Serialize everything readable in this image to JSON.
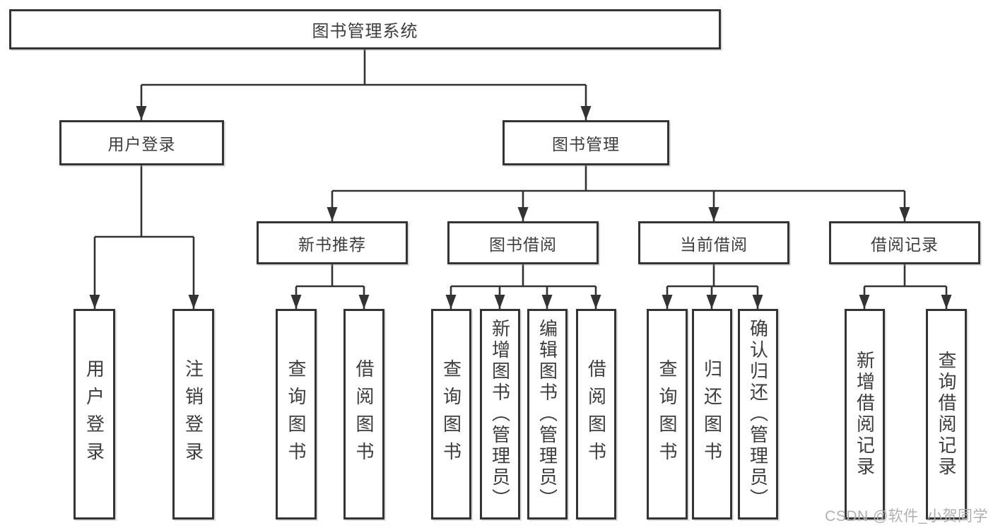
{
  "page": {
    "background_color": "#ffffff",
    "line_color": "#333333",
    "text_color": "#3d3d3d",
    "watermark_color": "#b0b0b0"
  },
  "diagram": {
    "root": {
      "label": "图书管理系统"
    },
    "level2": [
      {
        "label": "用户登录"
      },
      {
        "label": "图书管理"
      }
    ],
    "level3": [
      {
        "label": "新书推荐"
      },
      {
        "label": "图书借阅"
      },
      {
        "label": "当前借阅"
      },
      {
        "label": "借阅记录"
      }
    ],
    "leaves": {
      "user_login": [
        "用户登录",
        "注销登录"
      ],
      "new_book": [
        "查询图书",
        "借阅图书"
      ],
      "borrowing": [
        "查询图书",
        "新增图书（管理员）",
        "编辑图书（管理员）",
        "借阅图书"
      ],
      "current": [
        "查询图书",
        "归还图书",
        "确认归还（管理员）"
      ],
      "records": [
        "新增借阅记录",
        "查询借阅记录"
      ]
    }
  },
  "watermark": {
    "text": "CSDN @软件_小贺同学"
  }
}
